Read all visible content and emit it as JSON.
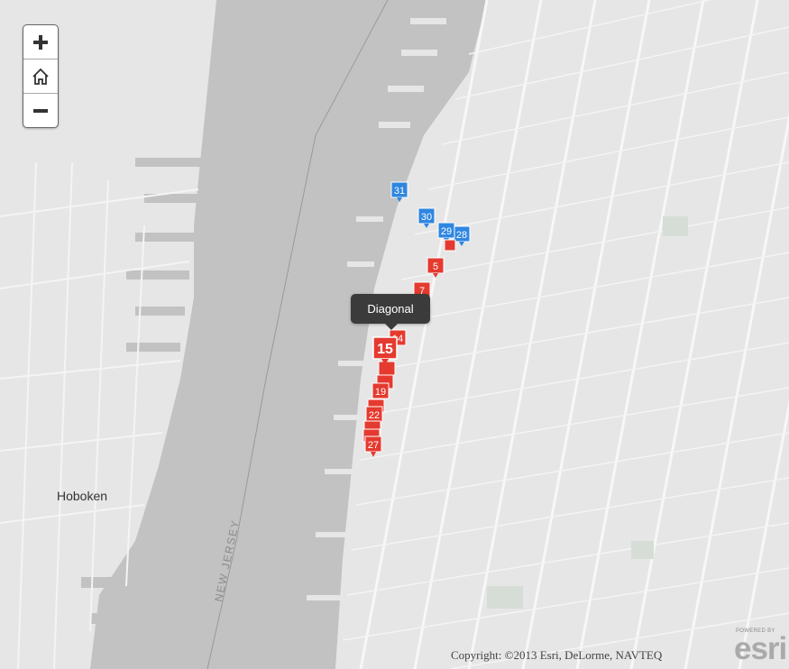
{
  "map": {
    "place_label": "Hoboken",
    "water_label": "NEW JERSEY",
    "tooltip": "Diagonal",
    "copyright": "Copyright: ©2013 Esri, DeLorme, NAVTEQ",
    "attribution_small": "POWERED BY",
    "attribution_logo": "esri",
    "colors": {
      "land": "#e6e6e6",
      "water": "#c2c2c2",
      "street": "#f7f7f7",
      "park": "#d6ddd6",
      "pin_red": "#e53a2f",
      "pin_blue": "#2f86e0"
    }
  },
  "controls": {
    "zoom_in_icon": "plus-icon",
    "home_icon": "home-icon",
    "zoom_out_icon": "minus-icon"
  },
  "markers": [
    {
      "label": "31",
      "color": "blue"
    },
    {
      "label": "30",
      "color": "blue"
    },
    {
      "label": "29",
      "color": "blue"
    },
    {
      "label": "28",
      "color": "blue"
    },
    {
      "label": "5",
      "color": "red"
    },
    {
      "label": "7",
      "color": "red"
    },
    {
      "label": "14",
      "color": "red"
    },
    {
      "label": "15",
      "color": "red"
    },
    {
      "label": "19",
      "color": "red"
    },
    {
      "label": "22",
      "color": "red"
    },
    {
      "label": "27",
      "color": "red"
    }
  ]
}
